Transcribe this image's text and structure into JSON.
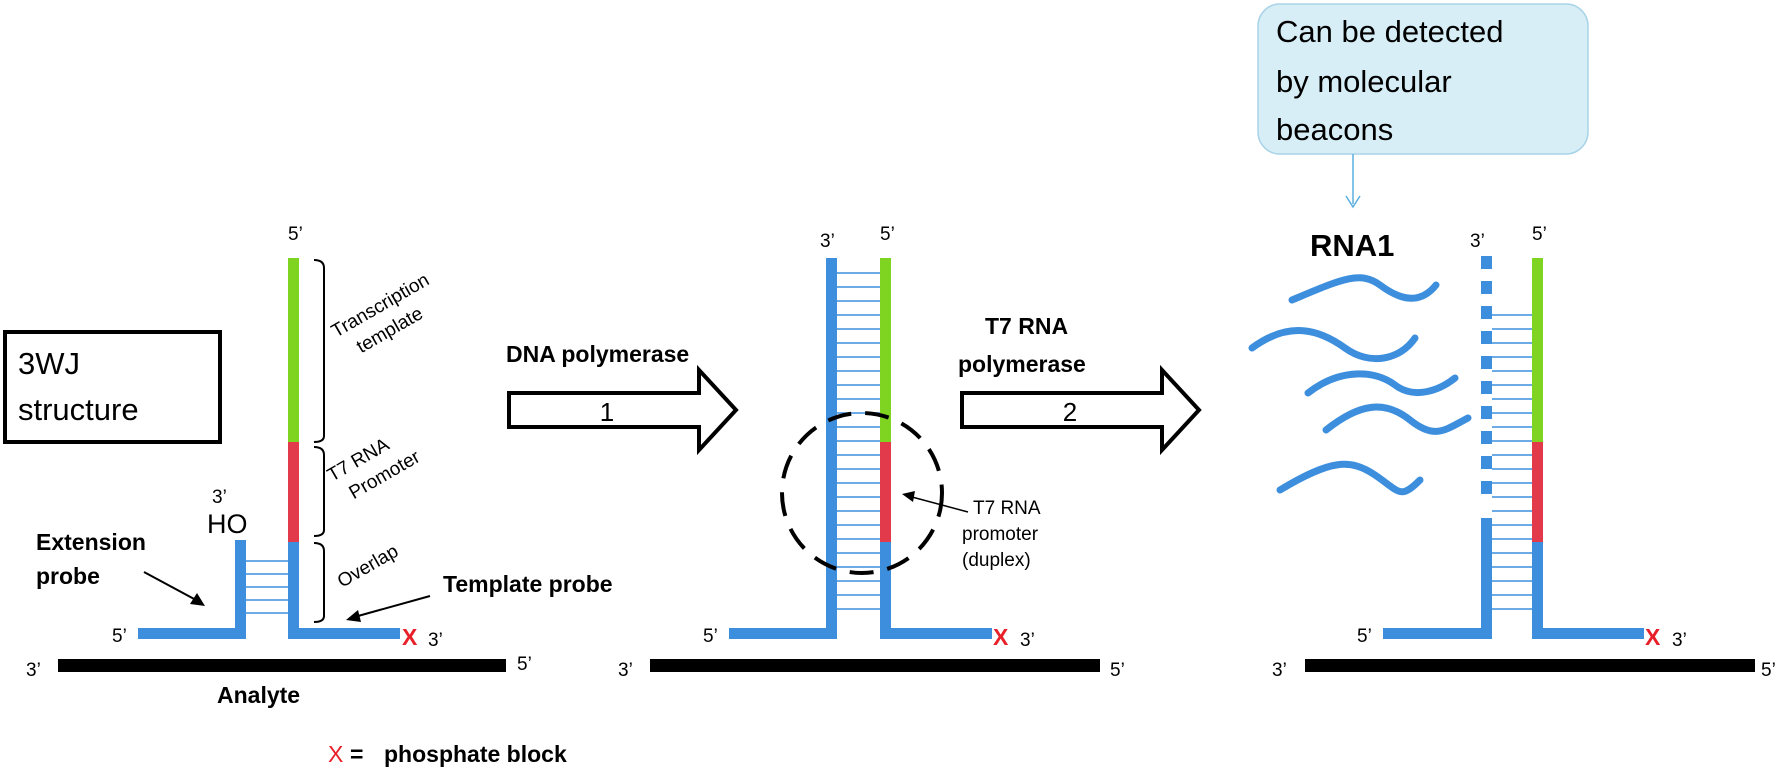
{
  "colors": {
    "probe": "#3d8fde",
    "green": "#7fd321",
    "red": "#e23a4a",
    "analyte": "#000000",
    "block": "#e8202a",
    "callout_fill": "#d8eef7",
    "callout_stroke": "#a8d3e8"
  },
  "panel1": {
    "title_line1": "3WJ",
    "title_line2": "structure",
    "prime5_top": "5’",
    "prime3_ho": "3’",
    "ho": "HO",
    "transcription_line1": "Transcription",
    "transcription_line2": "template",
    "t7_line1": "T7 RNA",
    "t7_line2": "Promoter",
    "overlap": "Overlap",
    "extension_line1": "Extension",
    "extension_line2": "probe",
    "template_probe": "Template probe",
    "probe_left_5": "5’",
    "block_x": "X",
    "probe_right_3": "3’",
    "analyte_3": "3’",
    "analyte_5": "5’",
    "analyte": "Analyte"
  },
  "arrow1": {
    "label": "DNA polymerase",
    "number": "1"
  },
  "panel2": {
    "prime3_top": "3’",
    "prime5_top": "5’",
    "promoter_line1": "T7 RNA",
    "promoter_line2": "promoter",
    "promoter_line3": "(duplex)",
    "probe_left_5": "5’",
    "block_x": "X",
    "probe_right_3": "3’",
    "analyte_3": "3’",
    "analyte_5": "5’"
  },
  "arrow2": {
    "label_line1": "T7 RNA",
    "label_line2": "polymerase",
    "number": "2"
  },
  "panel3": {
    "callout_line1": "Can be detected",
    "callout_line2": "by molecular",
    "callout_line3": "beacons",
    "rna": "RNA1",
    "prime3_top": "3’",
    "prime5_top": "5’",
    "probe_left_5": "5’",
    "block_x": "X",
    "probe_right_3": "3’",
    "analyte_3": "3’",
    "analyte_5": "5’"
  },
  "legend": {
    "symbol": "X",
    "equals": "=",
    "text": "phosphate block"
  }
}
